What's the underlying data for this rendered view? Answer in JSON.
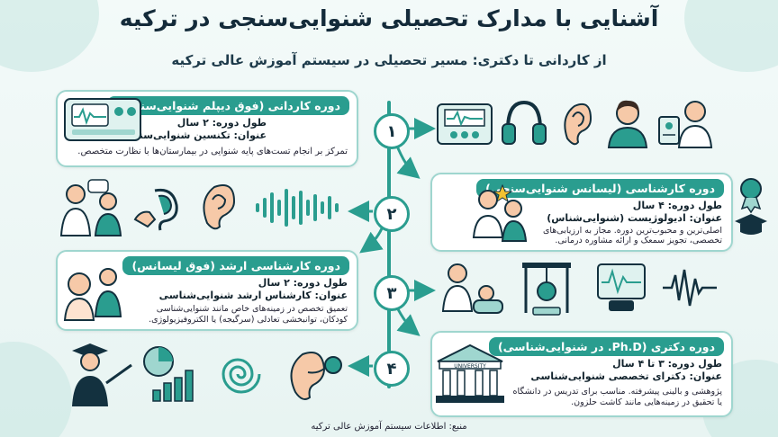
{
  "header": {
    "title": "آشنایی با مدارک تحصیلی شنوایی‌سنجی در ترکیه",
    "subtitle": "از کاردانی تا دکتری: مسیر تحصیلی در سیستم آموزش عالی ترکیه"
  },
  "steps": [
    {
      "number": "۱",
      "heading": "دوره کاردانی (فوق دیپلم شنوایی‌سنجی)",
      "duration": "طول دوره: ۲ سال",
      "degree": "عنوان: تکنسین شنوایی‌سنجی",
      "description": "تمرکز بر انجام تست‌های پایه شنوایی در بیمارستان‌ها با نظارت متخصص."
    },
    {
      "number": "۲",
      "heading": "دوره کارشناسی (لیسانس شنوایی‌سنجی)",
      "duration": "طول دوره: ۴ سال",
      "degree": "عنوان: ادیولوژیست (شنوایی‌شناس)",
      "description": "اصلی‌ترین و محبوب‌ترین دوره. مجاز به ارزیابی‌های تخصصی، تجویز سمعک و ارائه مشاوره درمانی."
    },
    {
      "number": "۳",
      "heading": "دوره کارشناسی ارشد (فوق لیسانس)",
      "duration": "طول دوره: ۲ سال",
      "degree": "عنوان: کارشناس ارشد شنوایی‌شناسی",
      "description": "تعمیق تخصص در زمینه‌های خاص مانند شنوایی‌شناسی کودکان، توانبخشی تعادلی (سرگیجه) یا الکتروفیزیولوژی."
    },
    {
      "number": "۴",
      "heading": "دوره دکتری (Ph.D. در شنوایی‌شناسی)",
      "duration": "طول دوره: ۳ تا ۴ سال",
      "degree": "عنوان: دکترای تخصصی شنوایی‌شناسی",
      "description": "پژوهشی و بالینی پیشرفته. مناسب برای تدریس در دانشگاه یا تحقیق در زمینه‌هایی مانند کاشت حلزون."
    }
  ],
  "icons": {
    "step1": [
      "audiometer-icon",
      "headphones-icon",
      "ear-icon",
      "technician-icon",
      "doctor-badge-icon"
    ],
    "step2": [
      "doctor-patient-icon",
      "hearing-aid-icon",
      "ear-icon",
      "sound-wave-icon",
      "audiologist-star-icon",
      "medal-graduate-icon"
    ],
    "step3": [
      "child-audiology-icon",
      "pediatric-exam-icon",
      "balance-test-icon",
      "eeg-monitor-icon",
      "waveform-icon"
    ],
    "step4": [
      "professor-icon",
      "research-chart-icon",
      "cochlea-icon",
      "cochlear-implant-icon",
      "university-icon"
    ]
  },
  "university_sign": "UNIVERSITY",
  "colors": {
    "accent": "#2a9d8f",
    "card_border": "#9fd6cf",
    "title": "#142b3a"
  },
  "footer": {
    "source": "منبع: اطلاعات سیستم آموزش عالی ترکیه"
  }
}
